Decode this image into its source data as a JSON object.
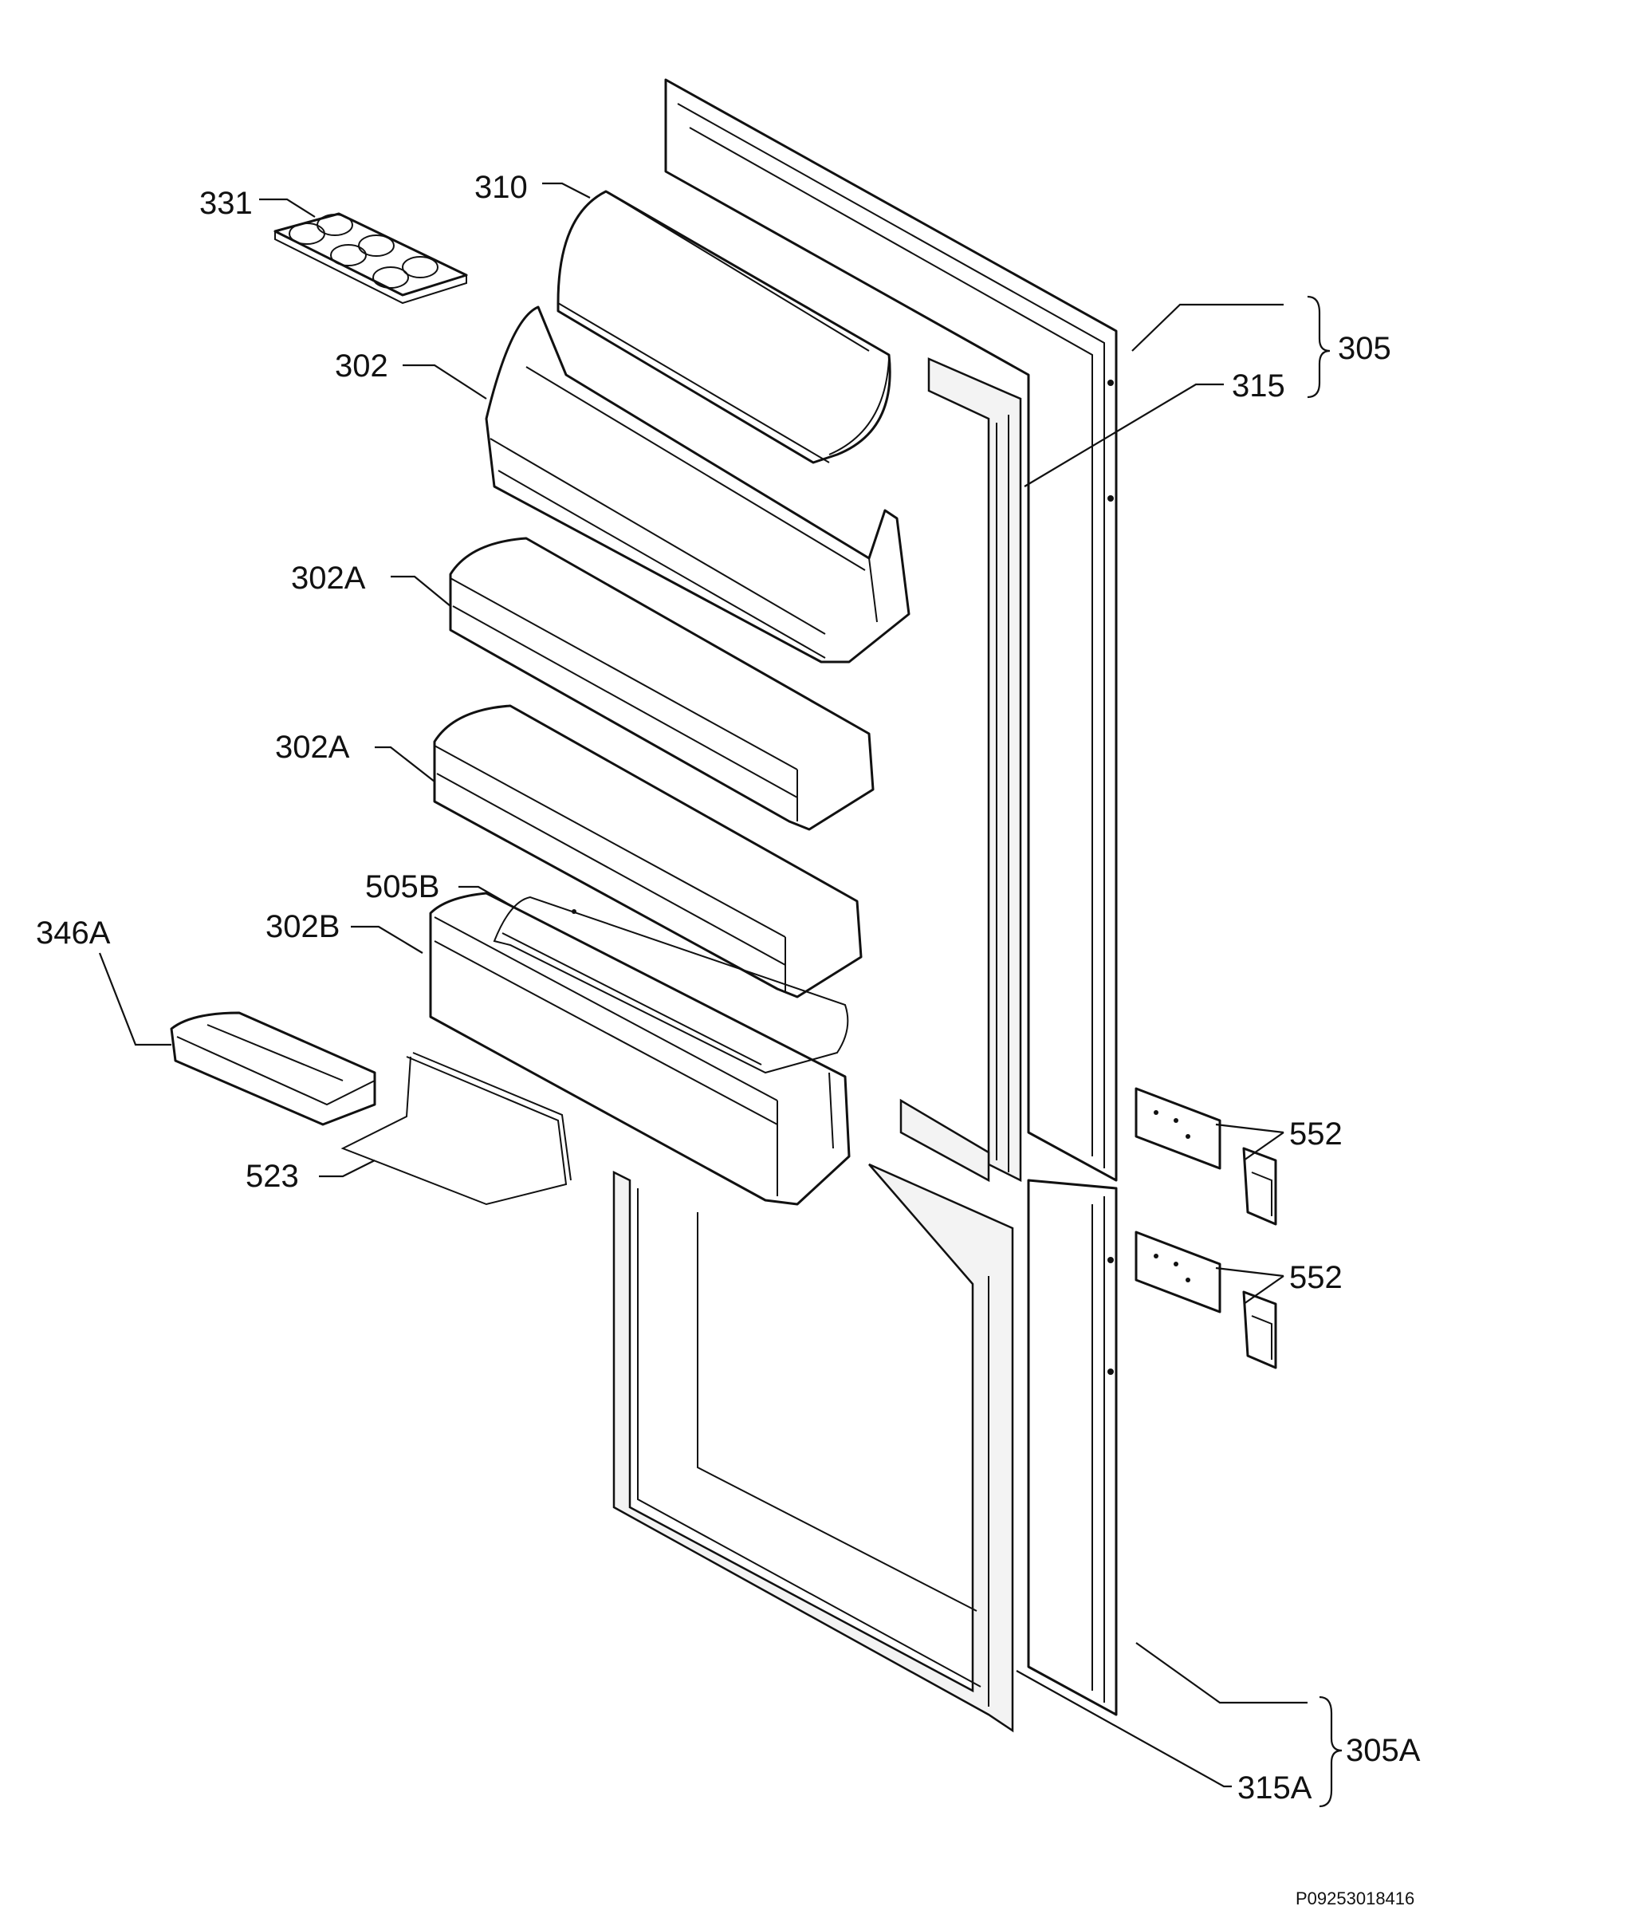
{
  "labels": {
    "l331": "331",
    "l310": "310",
    "l302": "302",
    "l302a_1": "302A",
    "l302a_2": "302A",
    "l505b": "505B",
    "l302b": "302B",
    "l346a": "346A",
    "l523": "523",
    "l305": "305",
    "l315": "315",
    "l552_1": "552",
    "l552_2": "552",
    "l305a": "305A",
    "l315a": "315A"
  },
  "footer": {
    "code": "P09253018416"
  }
}
